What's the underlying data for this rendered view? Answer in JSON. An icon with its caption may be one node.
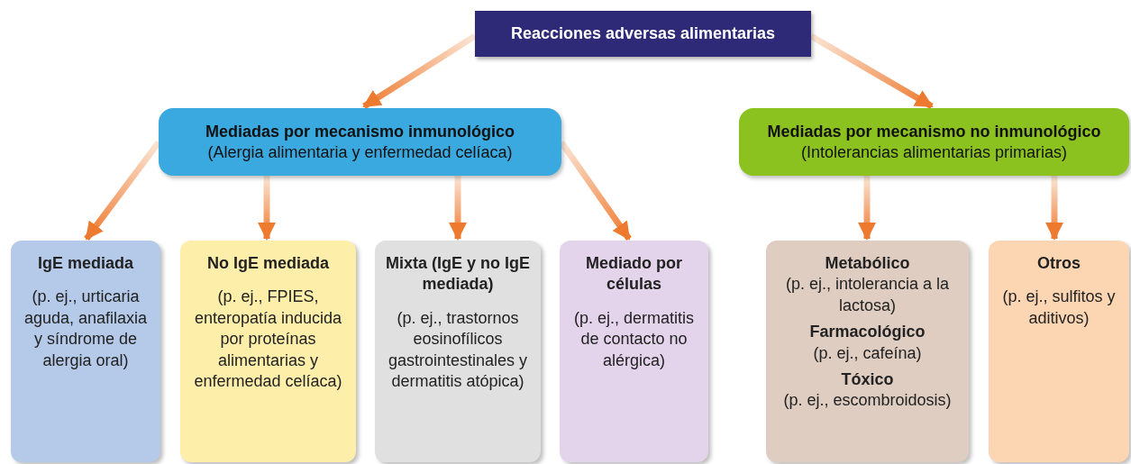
{
  "diagram": {
    "nodes": [
      {
        "text": [
          "Reacciones adversas alimentarias"
        ]
      },
      {
        "text": [
          "Mediadas por mecanismo inmunológico",
          "(Alergia alimentaria y enfermedad celíaca)"
        ]
      },
      {
        "text": [
          "Mediadas por mecanismo no inmunológico",
          "(Intolerancias alimentarias primarias)"
        ]
      },
      {
        "text": [
          "IgE mediada",
          "(p. ej., urticaria aguda, anafilaxia y síndrome de alergia oral)"
        ]
      },
      {
        "text": [
          "No IgE mediada",
          "(p. ej., FPIES, enteropatía inducida por proteínas alimentarias y enfermedad celíaca)"
        ]
      },
      {
        "text": [
          "Mixta (IgE y no IgE mediada)",
          "(p. ej., trastornos eosinofílicos gastrointestinales y dermatitis atópica)"
        ]
      },
      {
        "text": [
          "Mediado por células",
          "(p. ej., dermatitis de contacto no alérgica)"
        ]
      },
      {
        "text": [
          "Metabólico",
          "(p. ej., intolerancia a la lactosa)",
          "Farmacológico",
          "(p. ej., cafeína)",
          "Tóxico",
          "(p. ej., escombroidosis)"
        ]
      },
      {
        "text": [
          "Otros",
          "(p. ej., sulfitos y aditivos)"
        ]
      }
    ],
    "edges": [
      {
        "from": 0,
        "to": 1,
        "arrow": "to"
      },
      {
        "from": 0,
        "to": 2,
        "arrow": "to"
      },
      {
        "from": 1,
        "to": 3,
        "arrow": "to"
      },
      {
        "from": 1,
        "to": 4,
        "arrow": "to"
      },
      {
        "from": 1,
        "to": 5,
        "arrow": "to"
      },
      {
        "from": 1,
        "to": 6,
        "arrow": "to"
      },
      {
        "from": 2,
        "to": 7,
        "arrow": "to"
      },
      {
        "from": 2,
        "to": 8,
        "arrow": "to"
      }
    ]
  }
}
